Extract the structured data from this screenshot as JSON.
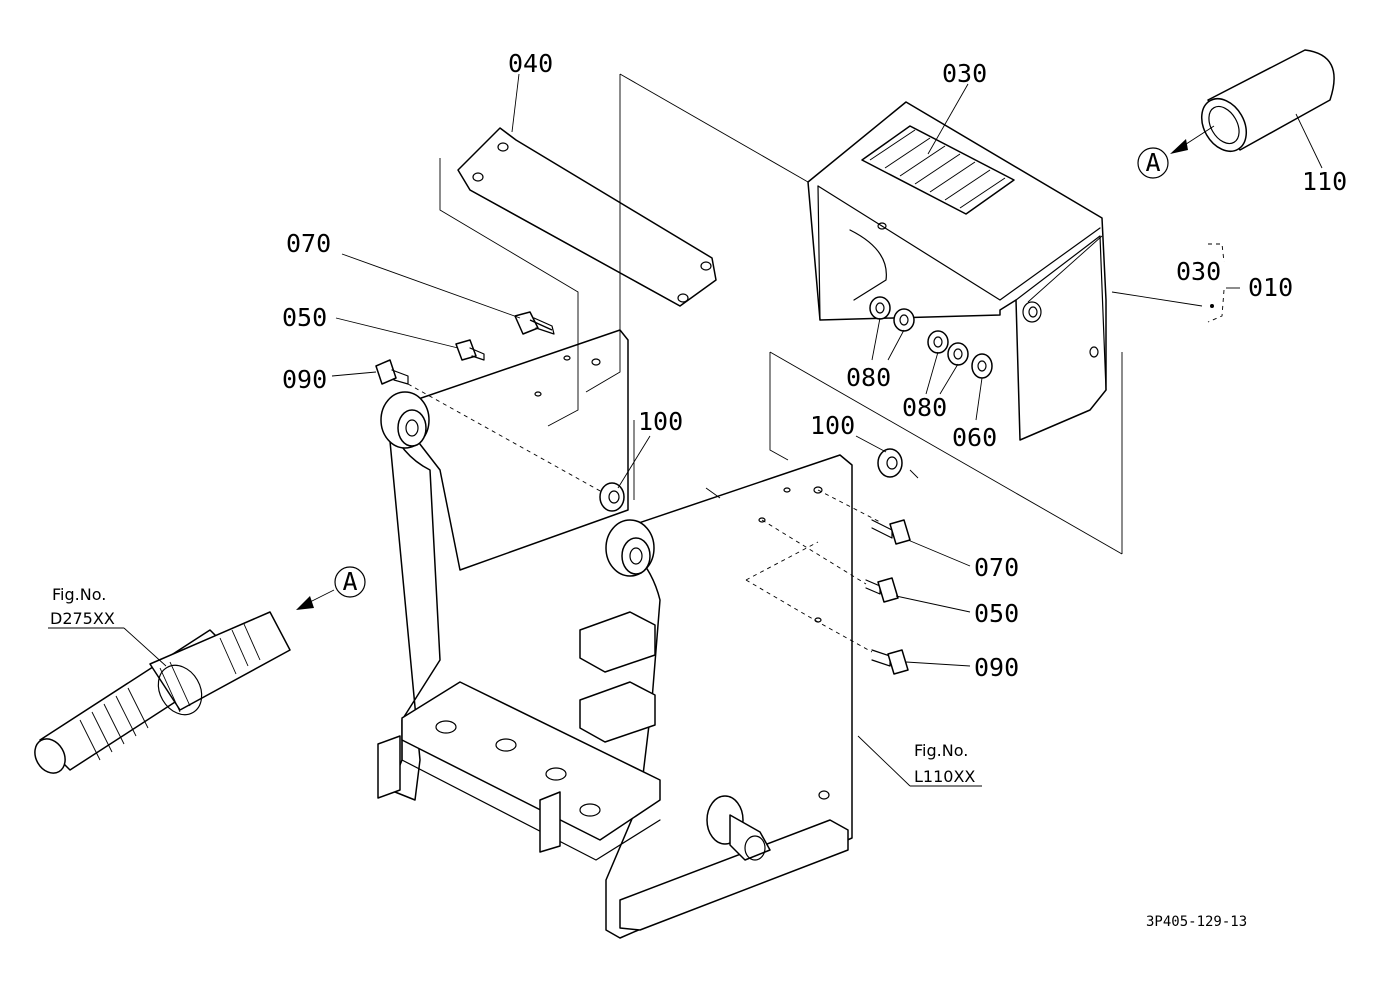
{
  "callouts": {
    "p040": "040",
    "p030_top": "030",
    "p110": "110",
    "p030_bracket": "030",
    "p010": "010",
    "p070_left": "070",
    "p050_left": "050",
    "p090_left": "090",
    "p100_left": "100",
    "p080_a": "080",
    "p080_b": "080",
    "p060": "060",
    "p100_right": "100",
    "p070_right": "070",
    "p050_right": "050",
    "p090_right": "090"
  },
  "references": {
    "fig_label_left": "Fig.No.",
    "fig_code_left": "D275XX",
    "fig_label_right": "Fig.No.",
    "fig_code_right": "L110XX",
    "view_marker_top": "A",
    "view_marker_left": "A"
  },
  "drawing_code": "3P405-129-13"
}
